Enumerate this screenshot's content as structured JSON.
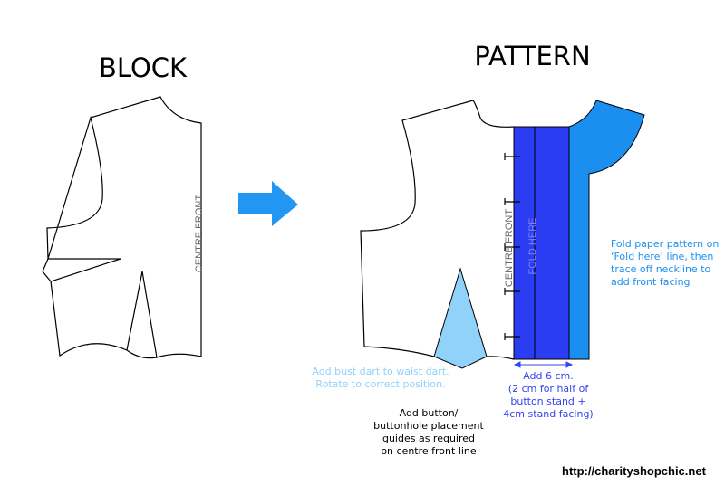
{
  "titles": {
    "block": "BLOCK",
    "pattern": "PATTERN"
  },
  "labels": {
    "centre_front_block": "CENTRE FRONT",
    "centre_front_pattern": "CENTRE FRONT",
    "fold_here": "FOLD HERE"
  },
  "notes": {
    "bust_dart": [
      "Add bust dart to waist dart.",
      "Rotate to correct position."
    ],
    "buttons": [
      "Add button/",
      "buttonhole placement",
      "guides as required",
      "on centre front line"
    ],
    "add_6cm": [
      "Add 6 cm.",
      "(2 cm for half of",
      "button stand +",
      "4cm stand facing)"
    ],
    "fold": [
      "Fold paper pattern on",
      "‘Fold here’ line, then",
      "trace off neckline to",
      "add front facing"
    ]
  },
  "url": "http://charityshopchic.net",
  "colors": {
    "dark_blue": "#2b3df2",
    "light_blue": "#1b8ff0",
    "dart": "#90d2fa",
    "arrow": "#2196f3"
  }
}
